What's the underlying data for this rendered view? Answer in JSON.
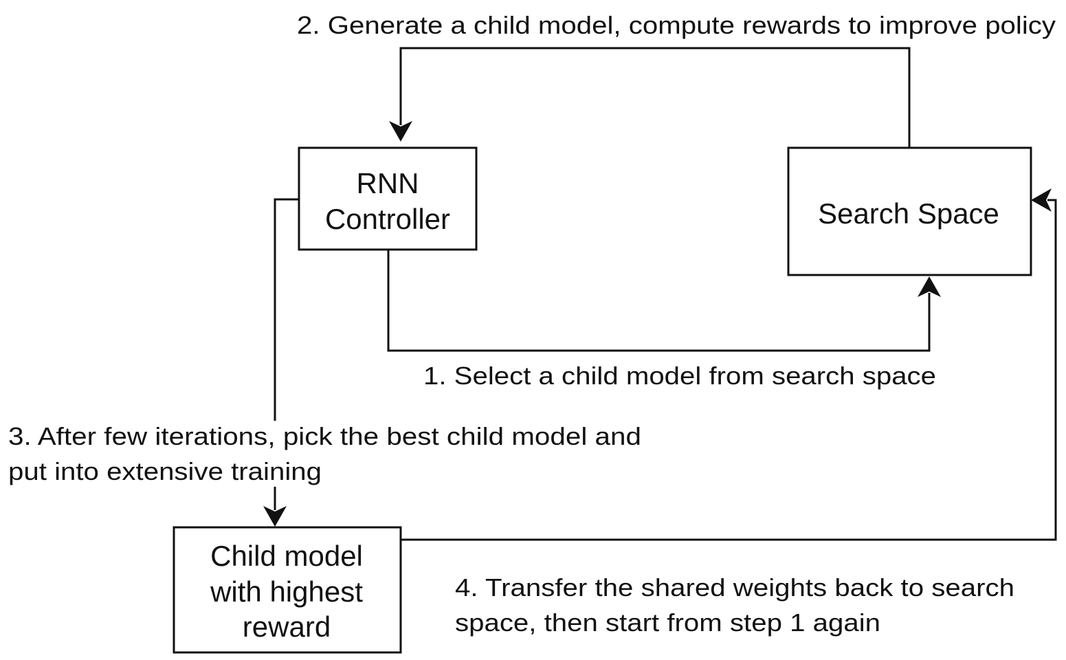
{
  "diagram": {
    "nodes": {
      "rnn_controller": {
        "line1": "RNN",
        "line2": "Controller"
      },
      "search_space": {
        "label": "Search Space"
      },
      "child_model": {
        "line1": "Child model",
        "line2": "with highest",
        "line3": "reward"
      }
    },
    "steps": {
      "step1": {
        "text": "1. Select a child model from search space"
      },
      "step2": {
        "text": "2. Generate a child model, compute rewards to improve policy"
      },
      "step3": {
        "line1": "3. After few iterations, pick the best child model and",
        "line2": "put into extensive training"
      },
      "step4": {
        "line1": "4. Transfer the shared weights back to search",
        "line2": "space, then start from step 1 again"
      }
    }
  }
}
